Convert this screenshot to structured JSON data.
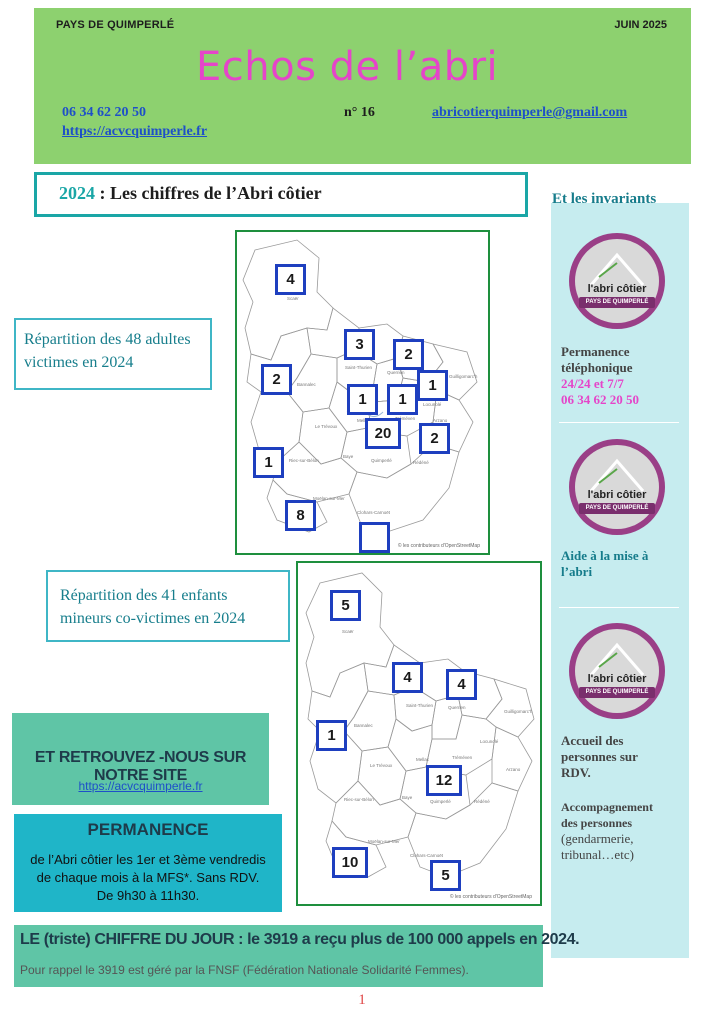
{
  "header": {
    "region": "PAYS DE QUIMPERLÉ",
    "date": "JUIN 2025",
    "title": "Echos de l’abri",
    "phone": "06 34 62 20 50",
    "issue": "n° 16",
    "email": "abricotierquimperle@gmail.com",
    "site": "https://acvcquimperle.fr",
    "background_color": "#8dd16f",
    "title_color": "#e545c9"
  },
  "section": {
    "year": "2024",
    "rest": " : Les chiffres de l’Abri côtier"
  },
  "map_adults": {
    "caption_l1": "Répartition des 48 adultes",
    "caption_l2": "victimes en 2024",
    "credit": "© les contributeurs d'OpenStreetMap",
    "counts": [
      "4",
      "2",
      "3",
      "2",
      "1",
      "1",
      "1",
      "20",
      "2",
      "1",
      "8",
      ""
    ],
    "towns": [
      "Scaër",
      "Bannalec",
      "Saint-Thurien",
      "Querrien",
      "Guilligomarc'h",
      "Mellac",
      "Tréméven",
      "Locunolé",
      "Le Trévoux",
      "Baye",
      "Quimperlé",
      "Arzano",
      "Riec-sur-Bélon",
      "Rédéné",
      "Moëlan-sur-Mer",
      "Clohars-Carnoët"
    ]
  },
  "map_minors": {
    "caption_l1": "Répartition des 41 enfants",
    "caption_l2": "mineurs co-victimes en 2024",
    "credit": "© les contributeurs d'OpenStreetMap",
    "counts": [
      "5",
      "4",
      "4",
      "1",
      "12",
      "10",
      "5"
    ],
    "towns": [
      "Scaër",
      "Saint-Thurien",
      "Querrien",
      "Guilligomarc'h",
      "Bannalec",
      "Locunolé",
      "Le Trévoux",
      "Mellac",
      "Tréméven",
      "Arzano",
      "Riec-sur-Bélon",
      "Baye",
      "Quimperlé",
      "Rédéné",
      "Moëlan-sur-Mer",
      "Clohars-Carnoët"
    ]
  },
  "sidebar": {
    "title": "Et les invariants",
    "logo_line1": "l'abri côtier",
    "logo_line2": "PAYS DE QUIMPERLÉ",
    "item1_l1": "Permanence",
    "item1_l2": "téléphonique",
    "item1_l3": "24/24 et 7/7",
    "item1_l4": "06 34 62 20 50",
    "item2_l1": "Aide à la mise à",
    "item2_l2": "l’abri",
    "item3_l1": "Accueil des",
    "item3_l2": "personnes sur",
    "item3_l3": "RDV.",
    "item4_l1": "Accompagnement",
    "item4_l2": "des personnes",
    "item4_l3": "(gendarmerie,",
    "item4_l4": "tribunal…etc)",
    "highlight_color": "#e545c9",
    "item2_color": "#167c8b"
  },
  "site_box": {
    "title": "ET RETROUVEZ -NOUS SUR NOTRE SITE",
    "link": "https://acvcquimperle.fr"
  },
  "permanence": {
    "title": "PERMANENCE",
    "l1": "de l’Abri côtier les 1er et 3ème vendredis",
    "l2": "de chaque mois à la MFS*.   Sans RDV.",
    "l3": "De  9h30 à 11h30."
  },
  "bottom": {
    "l1": "LE (triste) CHIFFRE DU JOUR : le 3919 a reçu plus de 100 000 appels en 2024.",
    "l2": "Pour rappel le  3919 est géré par la FNSF (Fédération Nationale Solidarité Femmes)."
  },
  "page_number": "1"
}
